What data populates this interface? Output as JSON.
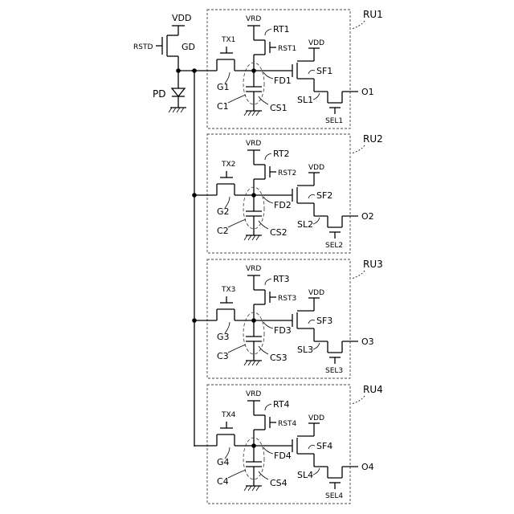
{
  "global": {
    "vdd": "VDD",
    "rstd": "RSTD",
    "gd": "GD",
    "pd": "PD"
  },
  "units": [
    {
      "ru": "RU1",
      "vrd": "VRD",
      "vdd": "VDD",
      "tx": "TX1",
      "rt": "RT1",
      "rst": "RST1",
      "g": "G1",
      "fd": "FD1",
      "c": "C1",
      "cs": "CS1",
      "sf": "SF1",
      "sl": "SL1",
      "sel": "SEL1",
      "o": "O1"
    },
    {
      "ru": "RU2",
      "vrd": "VRD",
      "vdd": "VDD",
      "tx": "TX2",
      "rt": "RT2",
      "rst": "RST2",
      "g": "G2",
      "fd": "FD2",
      "c": "C2",
      "cs": "CS2",
      "sf": "SF2",
      "sl": "SL2",
      "sel": "SEL2",
      "o": "O2"
    },
    {
      "ru": "RU3",
      "vrd": "VRD",
      "vdd": "VDD",
      "tx": "TX3",
      "rt": "RT3",
      "rst": "RST3",
      "g": "G3",
      "fd": "FD3",
      "c": "C3",
      "cs": "CS3",
      "sf": "SF3",
      "sl": "SL3",
      "sel": "SEL3",
      "o": "O3"
    },
    {
      "ru": "RU4",
      "vrd": "VRD",
      "vdd": "VDD",
      "tx": "TX4",
      "rt": "RT4",
      "rst": "RST4",
      "g": "G4",
      "fd": "FD4",
      "c": "C4",
      "cs": "CS4",
      "sf": "SF4",
      "sl": "SL4",
      "sel": "SEL4",
      "o": "O4"
    }
  ]
}
